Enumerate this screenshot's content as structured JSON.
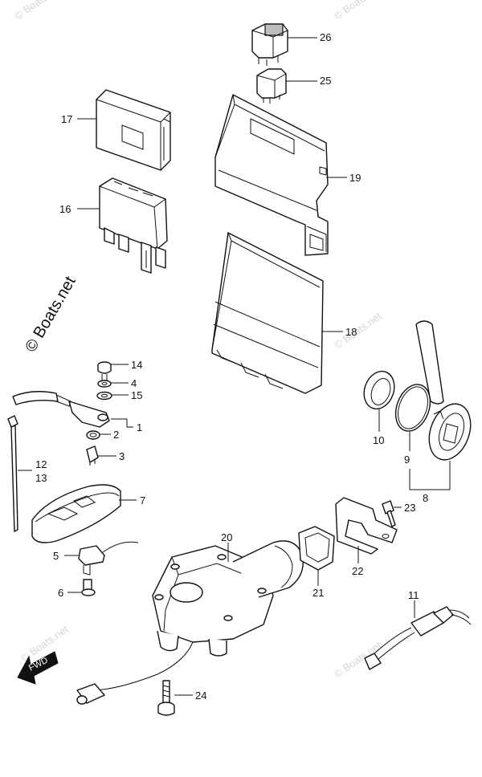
{
  "labels": {
    "l1": "1",
    "l2": "2",
    "l3": "3",
    "l4": "4",
    "l5": "5",
    "l6": "6",
    "l7": "7",
    "l8": "8",
    "l9": "9",
    "l10": "10",
    "l11": "11",
    "l12": "12",
    "l13": "13",
    "l14": "14",
    "l15": "15",
    "l16": "16",
    "l17": "17",
    "l18": "18",
    "l19": "19",
    "l20": "20",
    "l21": "21",
    "l22": "22",
    "l23": "23",
    "l24": "24",
    "l25": "25",
    "l26": "26"
  },
  "watermark": {
    "main": "© Boats.net",
    "faint": "© Boats.net"
  },
  "direction": {
    "fwd": "FWD"
  },
  "colors": {
    "line": "#111111",
    "shade": "#bdbdbd",
    "watermark": "#d6d6d6"
  }
}
